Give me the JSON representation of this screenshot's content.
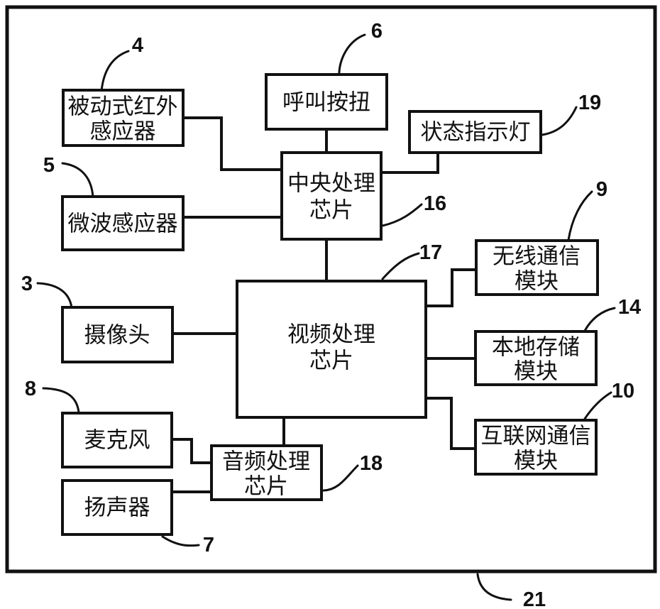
{
  "figure": {
    "background_color": "#ffffff",
    "line_color": "#111111",
    "type": "patent-block-diagram"
  },
  "blocks": {
    "pir_sensor": {
      "ref": "4",
      "line1": "被动式红外",
      "line2": "感应器"
    },
    "call_button": {
      "ref": "6",
      "line1": "呼叫按扭"
    },
    "status_led": {
      "ref": "19",
      "line1": "状态指示灯"
    },
    "microwave": {
      "ref": "5",
      "line1": "微波感应器"
    },
    "cpu_chip": {
      "ref": "16",
      "line1": "中央处理",
      "line2": "芯片"
    },
    "camera": {
      "ref": "3",
      "line1": "摄像头"
    },
    "video_chip": {
      "ref": "17",
      "line1": "视频处理",
      "line2": "芯片"
    },
    "wireless": {
      "ref": "9",
      "line1": "无线通信",
      "line2": "模块"
    },
    "local_storage": {
      "ref": "14",
      "line1": "本地存储",
      "line2": "模块"
    },
    "internet": {
      "ref": "10",
      "line1": "互联网通信",
      "line2": "模块"
    },
    "microphone": {
      "ref": "8",
      "line1": "麦克风"
    },
    "speaker": {
      "ref": "7",
      "line1": "扬声器"
    },
    "audio_chip": {
      "ref": "18",
      "line1": "音频处理",
      "line2": "芯片"
    },
    "outer_frame": {
      "ref": "21"
    }
  }
}
